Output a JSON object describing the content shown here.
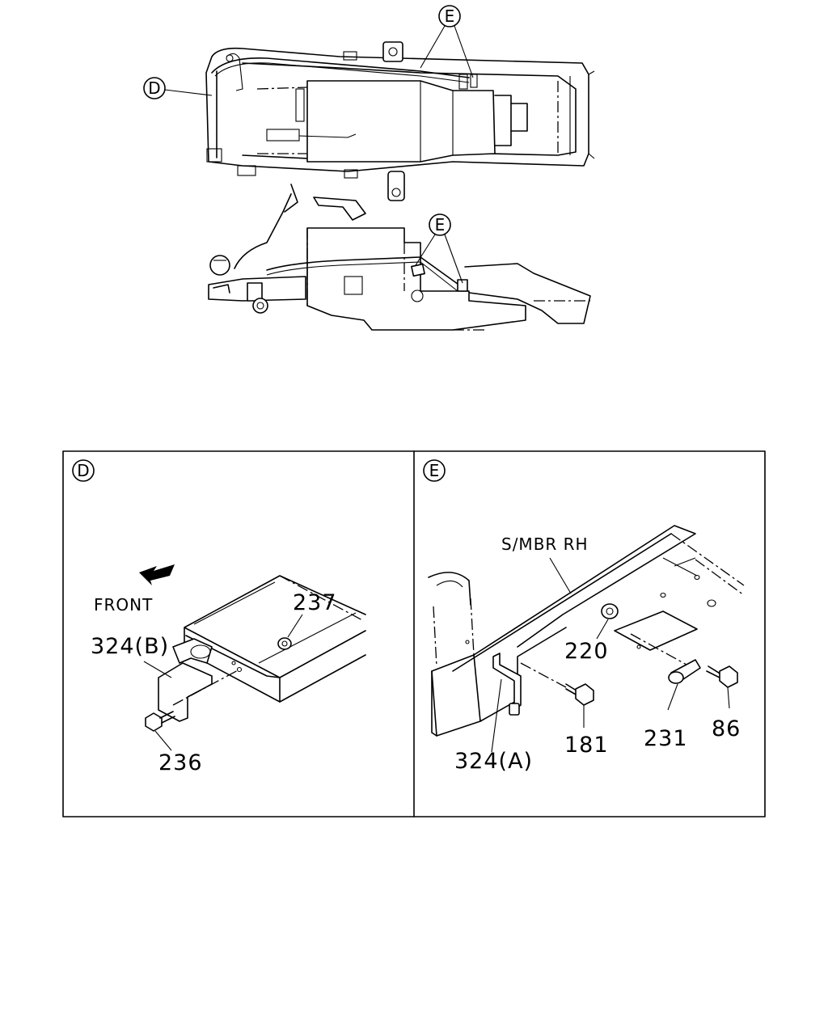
{
  "callouts": {
    "top_d": "D",
    "top_e": "E",
    "mid_e": "E"
  },
  "panel_d": {
    "tag": "D",
    "front_label": "FRONT",
    "parts": {
      "p237": "237",
      "p324b": "324(B)",
      "p236": "236"
    }
  },
  "panel_e": {
    "tag": "E",
    "member_label": "S/MBR RH",
    "parts": {
      "p220": "220",
      "p181": "181",
      "p231": "231",
      "p86": "86",
      "p324a": "324(A)"
    }
  }
}
